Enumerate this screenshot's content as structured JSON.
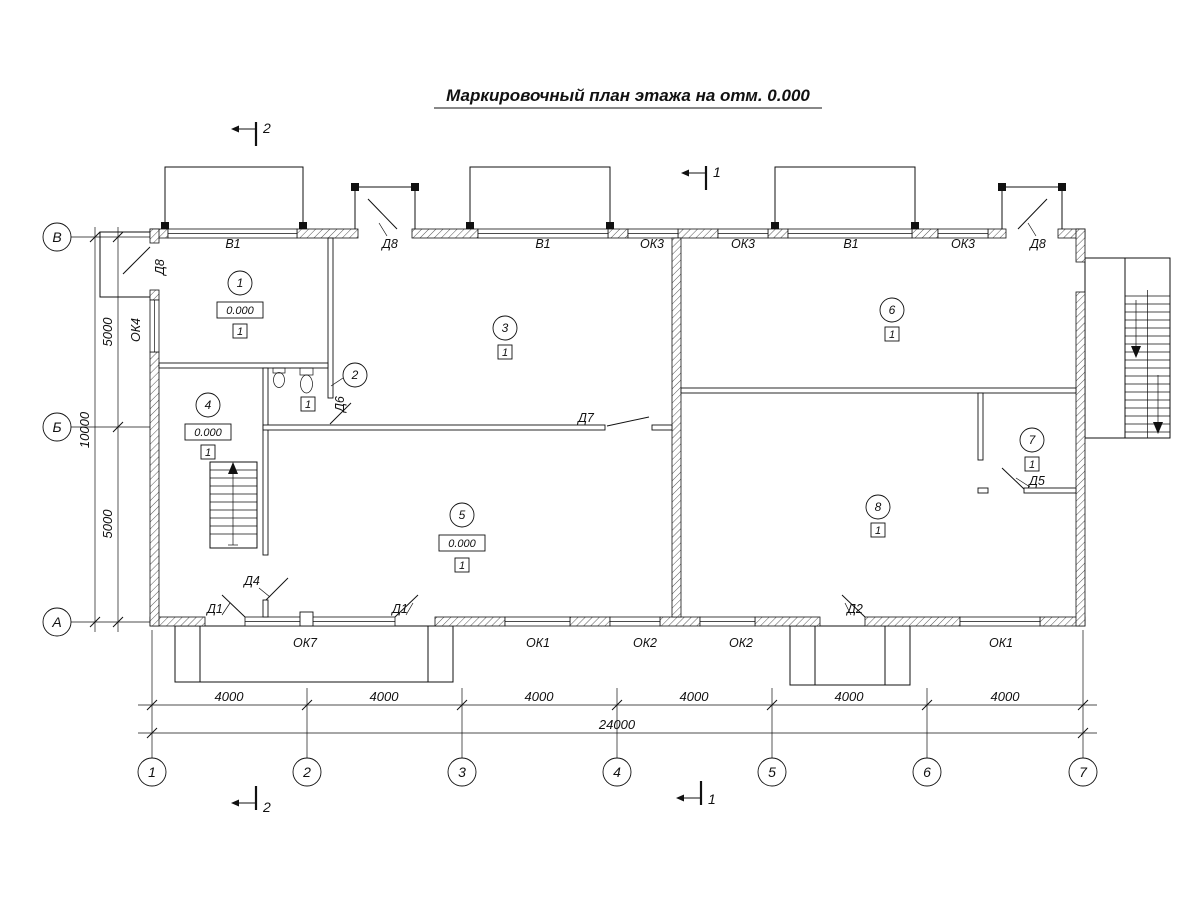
{
  "title": "Маркировочный план этажа на отм. 0.000",
  "ink_color": "#111111",
  "section_marks": {
    "s1": "1",
    "s2": "2"
  },
  "axes": {
    "rows": [
      {
        "label": "В"
      },
      {
        "label": "Б"
      },
      {
        "label": "А"
      }
    ],
    "cols": [
      {
        "label": "1"
      },
      {
        "label": "2"
      },
      {
        "label": "3"
      },
      {
        "label": "4"
      },
      {
        "label": "5"
      },
      {
        "label": "6"
      },
      {
        "label": "7"
      }
    ]
  },
  "dims": {
    "col_segments": [
      "4000",
      "4000",
      "4000",
      "4000",
      "4000",
      "4000"
    ],
    "col_total": "24000",
    "row_segments": [
      "5000",
      "5000"
    ],
    "row_total": "10000"
  },
  "rooms": [
    {
      "num": "1",
      "type": "1",
      "elev": "0.000"
    },
    {
      "num": "2",
      "type": "1"
    },
    {
      "num": "3",
      "type": "1"
    },
    {
      "num": "4",
      "type": "1",
      "elev": "0.000"
    },
    {
      "num": "5",
      "type": "1",
      "elev": "0.000"
    },
    {
      "num": "6",
      "type": "1"
    },
    {
      "num": "7",
      "type": "1"
    },
    {
      "num": "8",
      "type": "1"
    }
  ],
  "openings": {
    "top": [
      "В1",
      "Д8",
      "В1",
      "ОК3",
      "ОК3",
      "В1",
      "ОК3",
      "Д8"
    ],
    "bottom": [
      "Д1",
      "ОК7",
      "Д1",
      "ОК1",
      "ОК2",
      "ОК2",
      "Д2",
      "ОК1"
    ],
    "left": [
      "Д8",
      "ОК4"
    ],
    "interior": [
      "Д6",
      "Д7",
      "Д4",
      "Д5"
    ]
  }
}
